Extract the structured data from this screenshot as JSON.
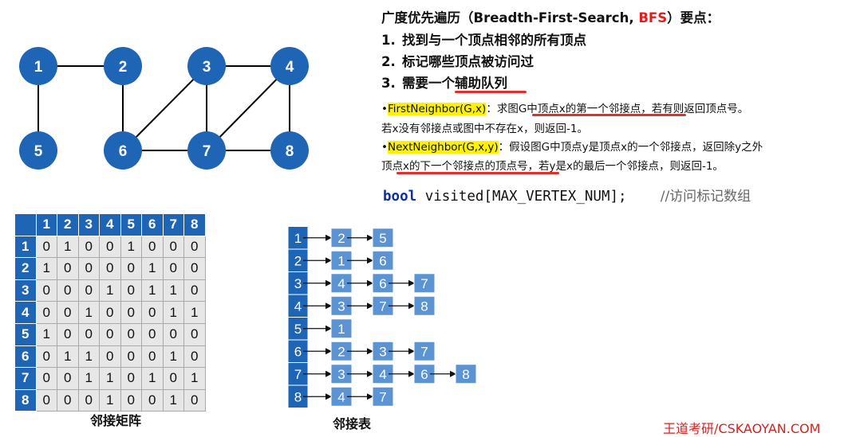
{
  "graph": {
    "nodes": [
      {
        "id": "1",
        "label": "1"
      },
      {
        "id": "2",
        "label": "2"
      },
      {
        "id": "3",
        "label": "3"
      },
      {
        "id": "4",
        "label": "4"
      },
      {
        "id": "5",
        "label": "5"
      },
      {
        "id": "6",
        "label": "6"
      },
      {
        "id": "7",
        "label": "7"
      },
      {
        "id": "8",
        "label": "8"
      }
    ],
    "edges": [
      [
        "1",
        "2"
      ],
      [
        "1",
        "5"
      ],
      [
        "2",
        "6"
      ],
      [
        "3",
        "4"
      ],
      [
        "3",
        "6"
      ],
      [
        "3",
        "7"
      ],
      [
        "4",
        "7"
      ],
      [
        "4",
        "8"
      ],
      [
        "6",
        "7"
      ],
      [
        "7",
        "8"
      ]
    ],
    "node_color": "#1f65b5"
  },
  "points": {
    "title_a": "广度优先遍历（Breadth-First-Search, ",
    "title_bfs": "BFS",
    "title_b": "）要点：",
    "items": [
      {
        "num": "1.",
        "text": "找到与一个顶点相邻的所有顶点"
      },
      {
        "num": "2.",
        "text": "标记哪些顶点被访问过"
      },
      {
        "num": "3.",
        "text": "需要一个辅助队列"
      }
    ]
  },
  "functions": {
    "fn1_bullet": "•",
    "fn1_name": "FirstNeighbor(G,x)",
    "fn1_text": "：求图G中顶点x的第一个邻接点，若有则返回顶点号。",
    "fn1_line2": "若x没有邻接点或图中不存在x，则返回-1。",
    "fn2_bullet": "•",
    "fn2_name": "NextNeighbor(G,x,y)",
    "fn2_text": "：假设图G中顶点y是顶点x的一个邻接点，返回除y之外",
    "fn2_line2": "顶点x的下一个邻接点的顶点号，若y是x的最后一个邻接点，则返回-1。"
  },
  "code": {
    "keyword": "bool",
    "decl": " visited[MAX_VERTEX_NUM];",
    "comment": "//访问标记数组"
  },
  "matrix": {
    "headers": [
      "1",
      "2",
      "3",
      "4",
      "5",
      "6",
      "7",
      "8"
    ],
    "rows": [
      [
        "0",
        "1",
        "0",
        "0",
        "1",
        "0",
        "0",
        "0"
      ],
      [
        "1",
        "0",
        "0",
        "0",
        "0",
        "1",
        "0",
        "0"
      ],
      [
        "0",
        "0",
        "0",
        "1",
        "0",
        "1",
        "1",
        "0"
      ],
      [
        "0",
        "0",
        "1",
        "0",
        "0",
        "0",
        "1",
        "1"
      ],
      [
        "1",
        "0",
        "0",
        "0",
        "0",
        "0",
        "0",
        "0"
      ],
      [
        "0",
        "1",
        "1",
        "0",
        "0",
        "0",
        "1",
        "0"
      ],
      [
        "0",
        "0",
        "1",
        "1",
        "0",
        "1",
        "0",
        "1"
      ],
      [
        "0",
        "0",
        "0",
        "1",
        "0",
        "0",
        "1",
        "0"
      ]
    ],
    "caption": "邻接矩阵"
  },
  "adjacency_list": {
    "rows": [
      {
        "vertex": "1",
        "neighbors": [
          "2",
          "5"
        ]
      },
      {
        "vertex": "2",
        "neighbors": [
          "1",
          "6"
        ]
      },
      {
        "vertex": "3",
        "neighbors": [
          "4",
          "6",
          "7"
        ]
      },
      {
        "vertex": "4",
        "neighbors": [
          "3",
          "7",
          "8"
        ]
      },
      {
        "vertex": "5",
        "neighbors": [
          "1"
        ]
      },
      {
        "vertex": "6",
        "neighbors": [
          "2",
          "3",
          "7"
        ]
      },
      {
        "vertex": "7",
        "neighbors": [
          "3",
          "4",
          "6",
          "8"
        ]
      },
      {
        "vertex": "8",
        "neighbors": [
          "4",
          "7"
        ]
      }
    ],
    "caption": "邻接表"
  },
  "brand": "王道考研/CSKAOYAN.COM",
  "colors": {
    "accent_blue": "#1f65b5",
    "light_blue": "#5b93d3",
    "highlight_yellow": "#fff200",
    "red": "#e0201e"
  }
}
